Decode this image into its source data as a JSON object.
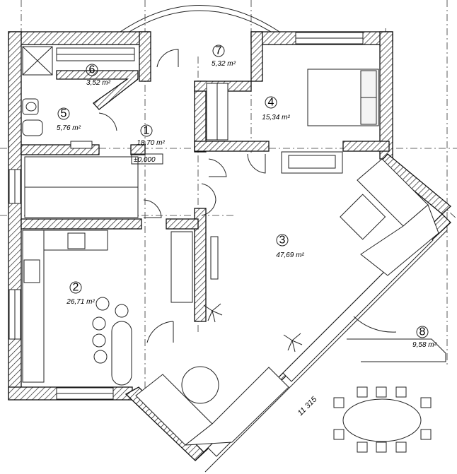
{
  "rooms": [
    {
      "id": "1",
      "area": "18,70 m²"
    },
    {
      "id": "2",
      "area": "26,71 m²"
    },
    {
      "id": "3",
      "area": "47,69 m²"
    },
    {
      "id": "4",
      "area": "15,34 m²"
    },
    {
      "id": "5",
      "area": "5,76 m²"
    },
    {
      "id": "6",
      "area": "3,52 m²"
    },
    {
      "id": "7",
      "area": "5,32 m²"
    },
    {
      "id": "8",
      "area": "9,58 m²"
    }
  ],
  "level_mark": "±0,000",
  "dimension": "11 315"
}
